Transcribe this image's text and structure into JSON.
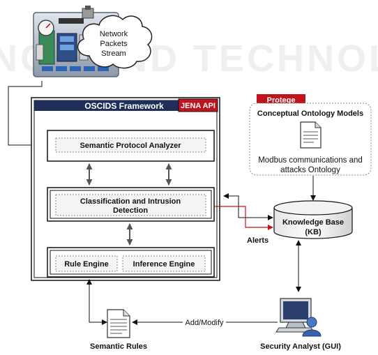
{
  "watermark": "SCIENCE AND TECHNOLOGY",
  "cloud": {
    "line1": "Network",
    "line2": "Packets",
    "line3": "Stream"
  },
  "framework": {
    "title": "OSCIDS Framework",
    "api_badge": "JENA API",
    "analyzer": "Semantic Protocol Analyzer",
    "classification_line1": "Classification and Intrusion",
    "classification_line2": "Detection",
    "rule_engine": "Rule Engine",
    "inference_engine": "Inference Engine"
  },
  "protege": {
    "badge": "Protege",
    "title": "Conceptual Ontology Models",
    "desc_line1": "Modbus communications and",
    "desc_line2": "attacks Ontology"
  },
  "knowledge_base": {
    "line1": "Knowledge Base",
    "line2": "(KB)"
  },
  "alerts_label": "Alerts",
  "add_modify_label": "Add/Modify",
  "semantic_rules_label": "Semantic Rules",
  "security_analyst_label": "Security Analyst (GUI)",
  "colors": {
    "accent_red": "#c0141c",
    "frame_navy": "#1f2f5a",
    "arrow_gray": "#555555"
  }
}
